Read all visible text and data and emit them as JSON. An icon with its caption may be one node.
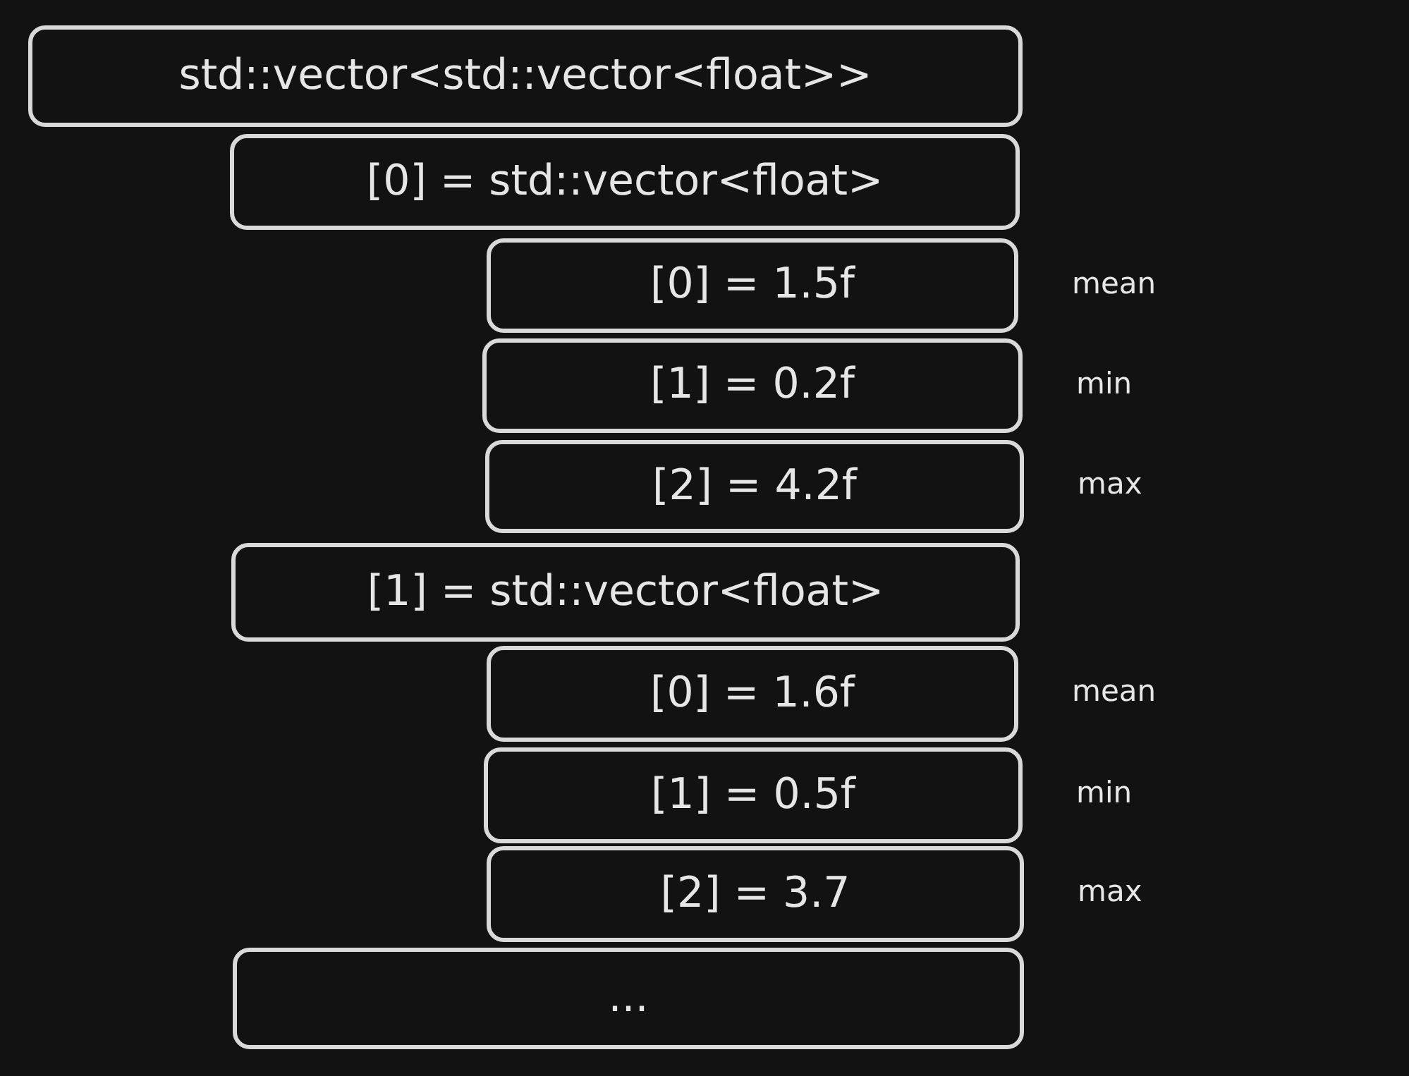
{
  "diagram": {
    "nodes": [
      {
        "text": [
          "std::vector<std::vector<float>>"
        ]
      },
      {
        "text": [
          "[0] = std::vector<float>"
        ]
      },
      {
        "text": [
          "[0] = 1.5f"
        ],
        "beside": [
          "mean"
        ]
      },
      {
        "text": [
          "[1] = 0.2f"
        ],
        "beside": [
          "min"
        ]
      },
      {
        "text": [
          "[2] = 4.2f"
        ],
        "beside": [
          "max"
        ]
      },
      {
        "text": [
          "[1] = std::vector<float>"
        ]
      },
      {
        "text": [
          "[0] = 1.6f"
        ],
        "beside": [
          "mean"
        ]
      },
      {
        "text": [
          "[1] = 0.5f"
        ],
        "beside": [
          "min"
        ]
      },
      {
        "text": [
          "[2] = 3.7"
        ],
        "beside": [
          "max"
        ]
      },
      {
        "text": [
          "..."
        ]
      }
    ]
  }
}
